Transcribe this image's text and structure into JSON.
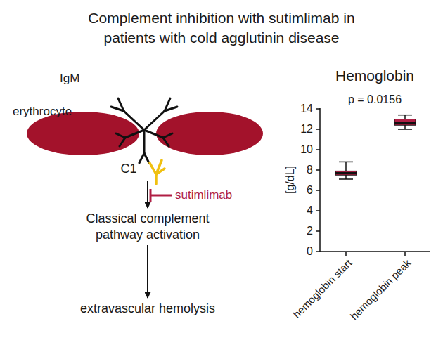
{
  "diagram": {
    "title": "Complement inhibition with sutimlimab in patients with cold agglutinin disease",
    "nodes": [
      {
        "text": [
          "C1"
        ]
      },
      {
        "text": [
          "Classical complement pathway activation"
        ]
      },
      {
        "text": [
          "extravascular hemolysis"
        ]
      }
    ],
    "edges": [
      {
        "from": 0,
        "to": 1,
        "arrow": "to"
      },
      {
        "from": 1,
        "to": 2,
        "arrow": "to"
      }
    ],
    "labels": [
      "erythrocyte",
      "IgM",
      "sutimlimab",
      "Hemoglobin",
      "p = 0.0156",
      "14",
      "12",
      "10",
      "8",
      "6",
      "4",
      "2",
      "0",
      "[g/dL]",
      "hemoglobin start",
      "hemoglobin peak"
    ]
  }
}
